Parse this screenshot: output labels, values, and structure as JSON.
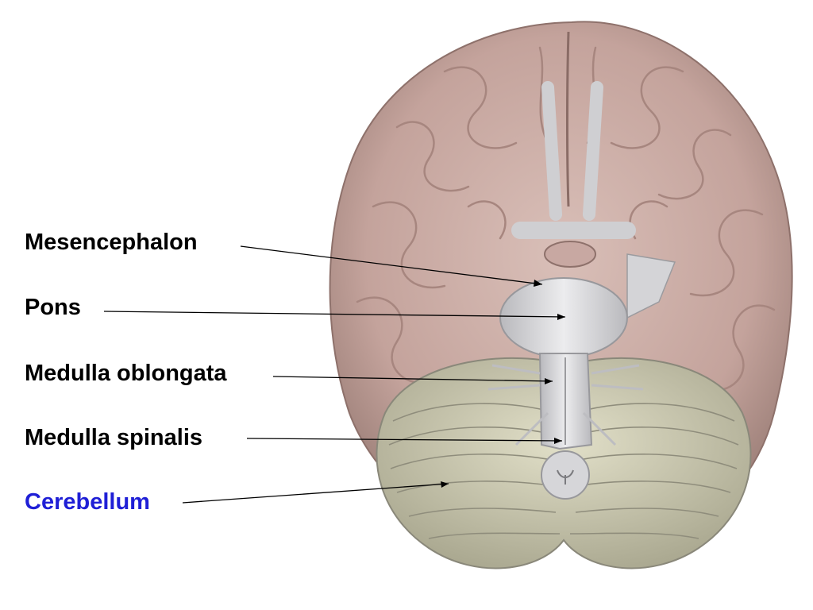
{
  "labels": {
    "mesencephalon": "Mesencephalon",
    "pons": "Pons",
    "medulla_oblongata": "Medulla oblongata",
    "medulla_spinalis": "Medulla spinalis",
    "cerebellum": "Cerebellum"
  },
  "colors": {
    "text": "#000000",
    "highlight": "#1f1fd6",
    "cerebrum": "#c9a9a3",
    "cerebellum": "#c9c7b0",
    "brainstem": "#d8d8d8"
  }
}
